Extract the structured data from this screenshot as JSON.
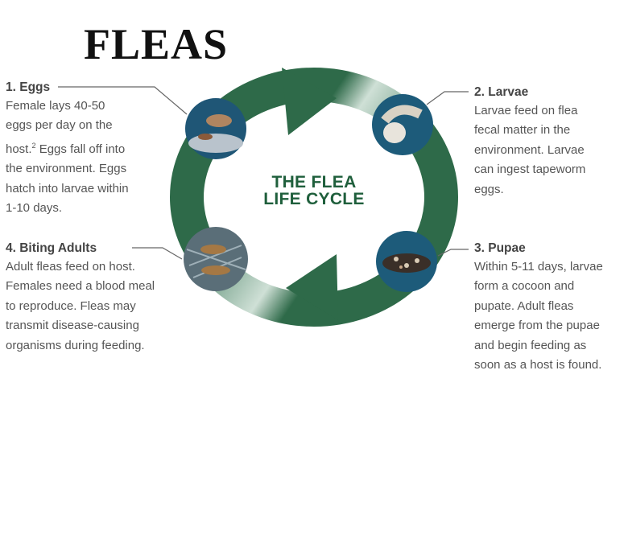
{
  "title": "FLEAS",
  "center": {
    "line1": "THE FLEA",
    "line2": "LIFE CYCLE"
  },
  "colors": {
    "arrow_dark": "#2e6a49",
    "arrow_light": "#d4e4da",
    "circle_bg": "#1d5b7a",
    "text": "#555555"
  },
  "stages": [
    {
      "heading": "1. Eggs",
      "lines": [
        "Female lays 40-50",
        "eggs per day on the",
        "host.",
        "the environment. Eggs",
        "hatch into larvae within",
        "1-10 days."
      ],
      "superscript": "2",
      "line3_rest": " Eggs fall off into"
    },
    {
      "heading": "2. Larvae",
      "lines": [
        "Larvae feed on flea",
        "fecal matter in the",
        "environment. Larvae",
        "can ingest tapeworm",
        "eggs."
      ]
    },
    {
      "heading": "3. Pupae",
      "lines": [
        "Within 5-11 days, larvae",
        "form a cocoon and",
        "pupate. Adult fleas",
        "emerge from the pupae",
        "and begin feeding as",
        "soon as a host is found."
      ]
    },
    {
      "heading": "4. Biting Adults",
      "lines": [
        "Adult fleas feed on host.",
        "Females need a blood meal",
        "to reproduce. Fleas may",
        "transmit disease-causing",
        "organisms during feeding."
      ]
    }
  ]
}
